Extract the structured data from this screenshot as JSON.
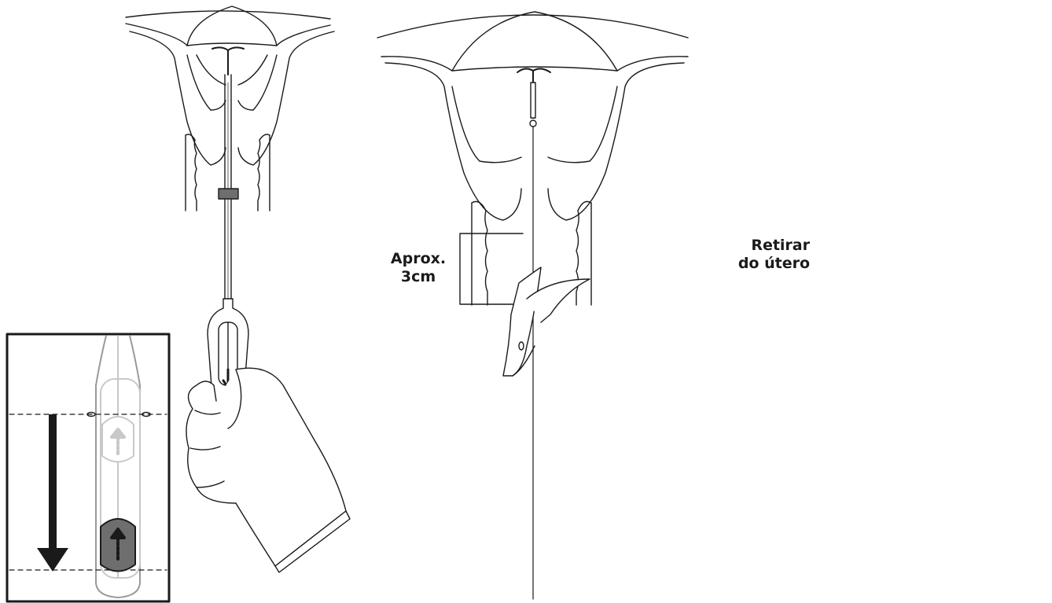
{
  "panels": {
    "middle": {
      "label_line1": "Aprox.",
      "label_line2": "3cm"
    },
    "right": {
      "label_line1": "Retirar",
      "label_line2": "do útero"
    }
  },
  "colors": {
    "stroke": "#1a1a1a",
    "handle_gray": "#6e6e6e",
    "light_gray": "#c8c8c8",
    "guide_gray": "#9a9a9a"
  },
  "icons": [
    "down-arrow-icon",
    "up-arrow-icon",
    "hand-glove-icon",
    "forceps-icon",
    "scissors-icon",
    "dashed-down-arrow-icon"
  ]
}
